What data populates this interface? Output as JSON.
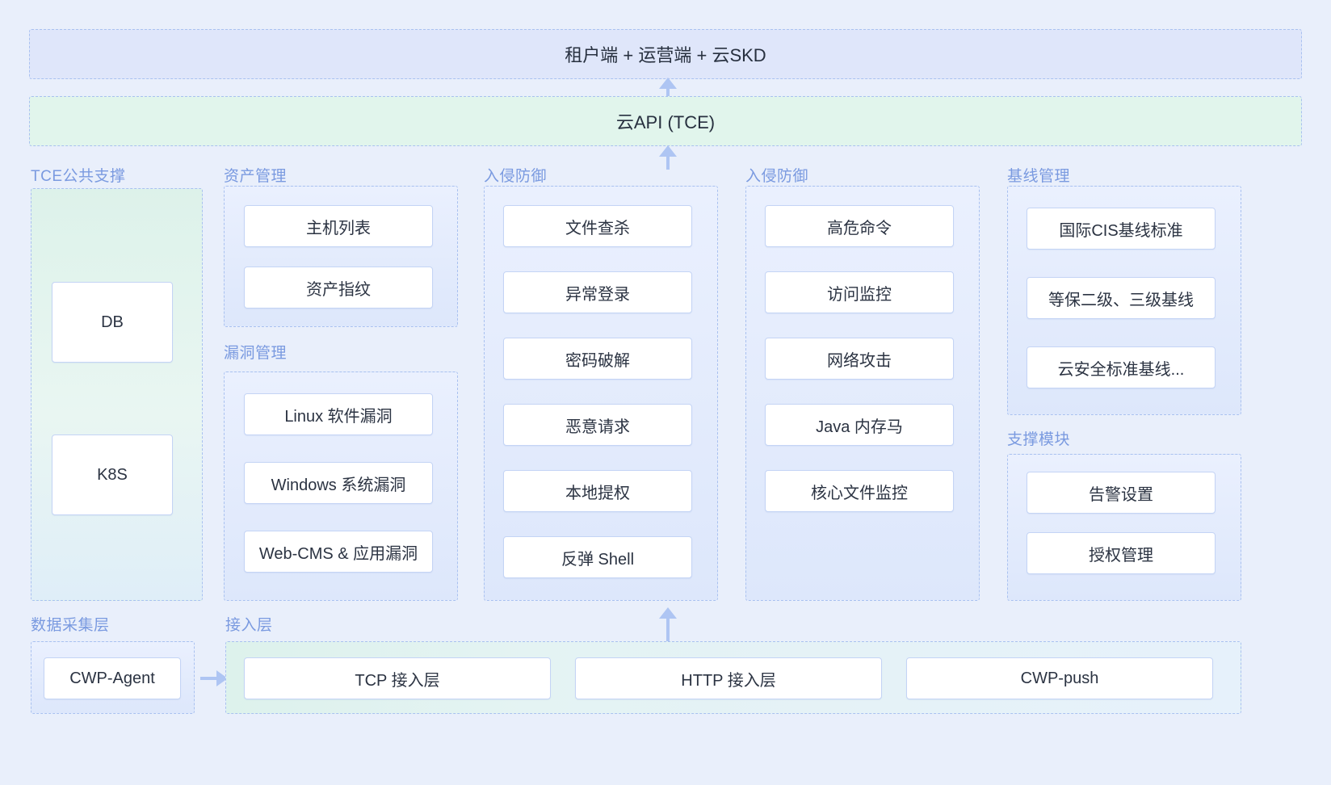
{
  "top": {
    "client_banner": "租户端 + 运营端 + 云SKD",
    "api_banner": "云API (TCE)"
  },
  "columns": {
    "tce_support": {
      "label": "TCE公共支撑",
      "items": [
        "DB",
        "K8S"
      ]
    },
    "asset_management": {
      "label": "资产管理",
      "items": [
        "主机列表",
        "资产指纹"
      ]
    },
    "vuln_management": {
      "label": "漏洞管理",
      "items": [
        "Linux 软件漏洞",
        "Windows 系统漏洞",
        "Web-CMS & 应用漏洞"
      ]
    },
    "intrusion_defense_1": {
      "label": "入侵防御",
      "items": [
        "文件查杀",
        "异常登录",
        "密码破解",
        "恶意请求",
        "本地提权",
        "反弹 Shell"
      ]
    },
    "intrusion_defense_2": {
      "label": "入侵防御",
      "items": [
        "高危命令",
        "访问监控",
        "网络攻击",
        "Java 内存马",
        "核心文件监控"
      ]
    },
    "baseline_management": {
      "label": "基线管理",
      "items": [
        "国际CIS基线标准",
        "等保二级、三级基线",
        "云安全标准基线..."
      ]
    },
    "support_modules": {
      "label": "支撑模块",
      "items": [
        "告警设置",
        "授权管理"
      ]
    }
  },
  "bottom": {
    "collection_layer": {
      "label": "数据采集层",
      "items": [
        "CWP-Agent"
      ]
    },
    "access_layer": {
      "label": "接入层",
      "items": [
        "TCP 接入层",
        "HTTP 接入层",
        "CWP-push"
      ]
    }
  },
  "colors": {
    "background": "#e9effb",
    "dashed_border": "#a9c1f0",
    "label_text": "#7a9ae0",
    "card_border": "#c4d4f5",
    "arrow": "#aec5f3",
    "banner_blue": "#dfe6fa",
    "banner_green": "#e1f5ec"
  }
}
